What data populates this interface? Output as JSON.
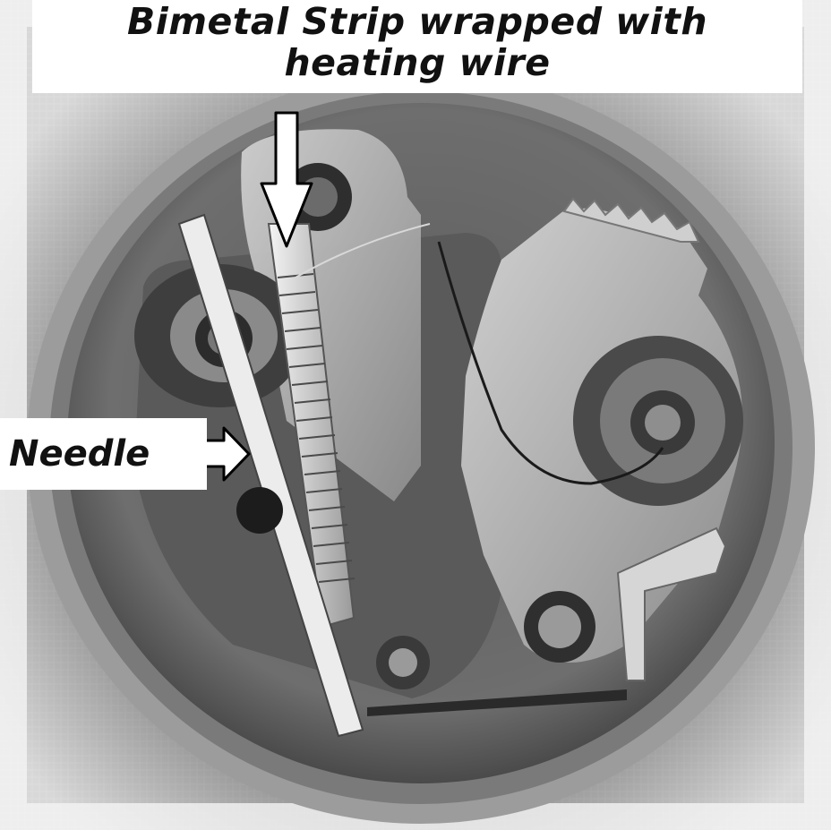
{
  "labels": {
    "title_line1": "Bimetal Strip wrapped with",
    "title_line2": "heating wire",
    "needle": "Needle"
  },
  "colors": {
    "label_background": "#ffffff",
    "label_text": "#111111",
    "arrow_fill": "#ffffff",
    "arrow_stroke": "#000000"
  },
  "icons": {
    "title_arrow": "arrow-down-icon",
    "needle_arrow": "arrow-right-icon"
  }
}
